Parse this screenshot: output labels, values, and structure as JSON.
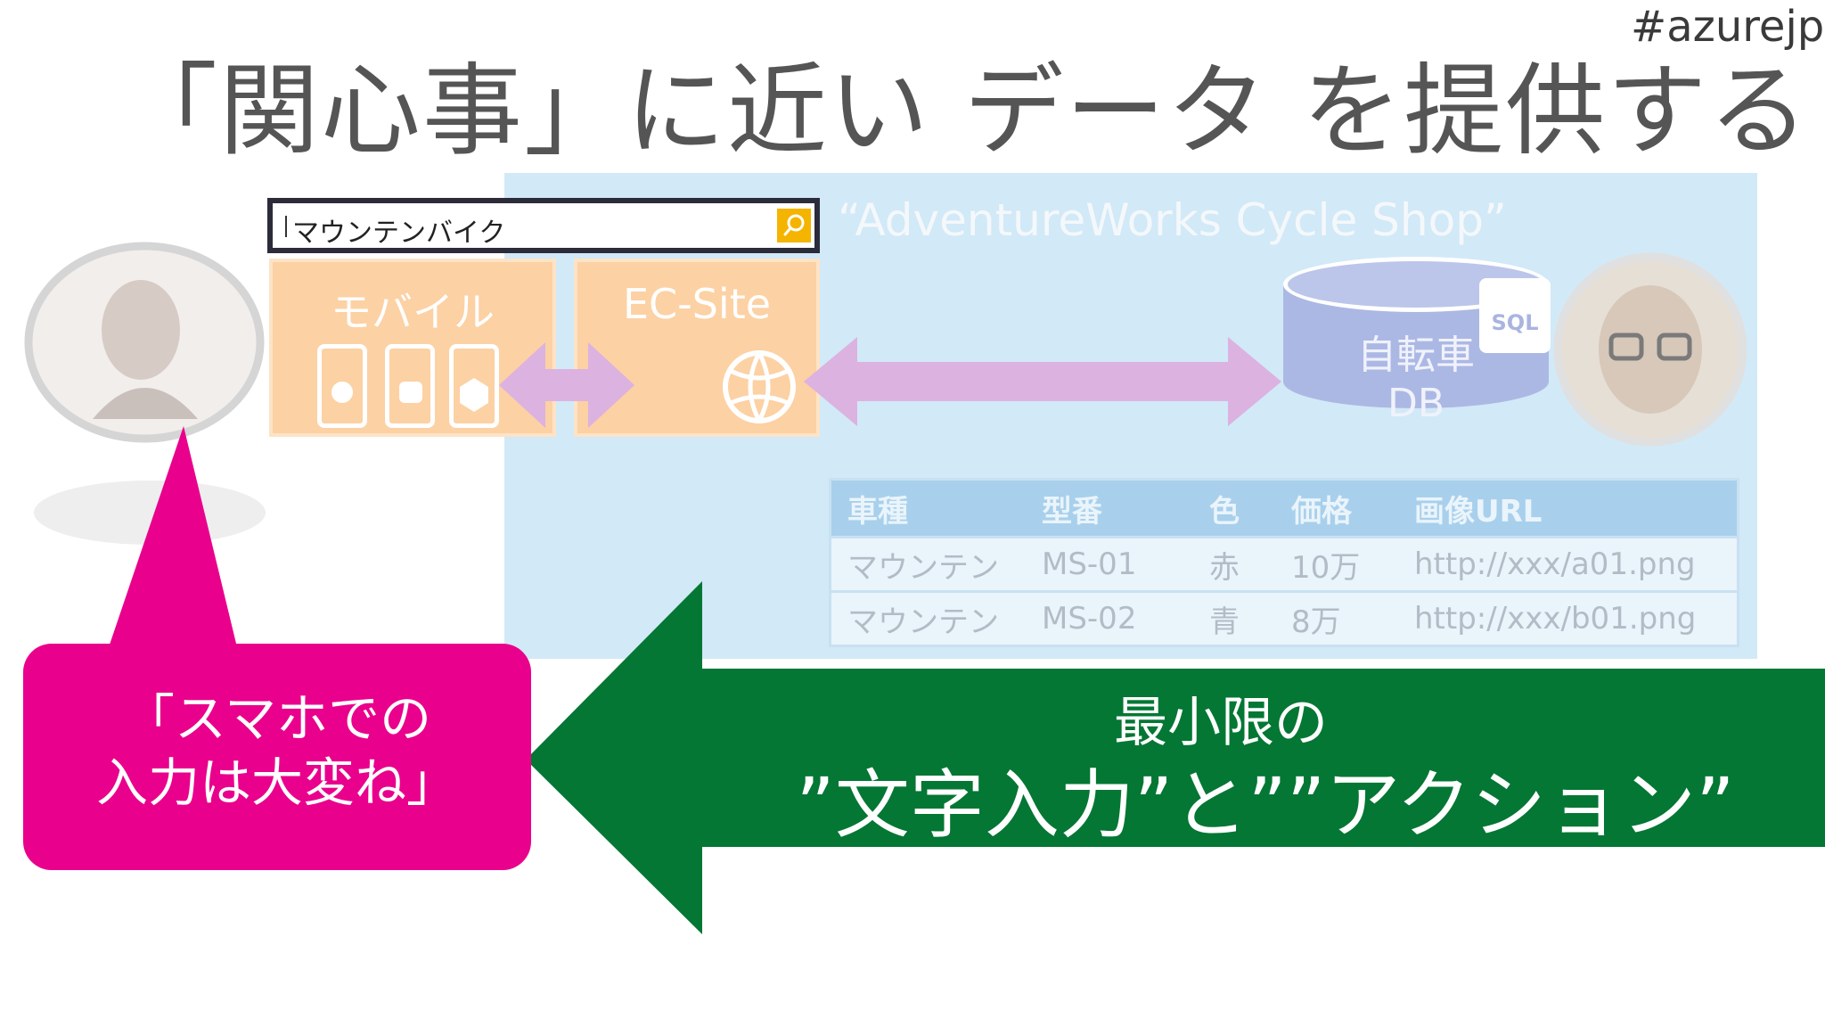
{
  "slide": {
    "hashtag": "#azurejp",
    "title": "「関心事」に近い データ を提供する",
    "shop_title": "“AdventureWorks Cycle Shop”",
    "search_value": "マウンテンバイク",
    "tiles": {
      "mobile_label": "モバイル",
      "ec_label": "EC-Site"
    },
    "db": {
      "line1": "自転車",
      "line2": "DB",
      "badge": "SQL"
    },
    "table": {
      "headers": [
        "車種",
        "型番",
        "色",
        "価格",
        "画像URL"
      ],
      "rows": [
        [
          "マウンテン",
          "MS-01",
          "赤",
          "10万",
          "http://xxx/a01.png"
        ],
        [
          "マウンテン",
          "MS-02",
          "青",
          "8万",
          "http://xxx/b01.png"
        ]
      ]
    },
    "bubble": {
      "line1": "「スマホでの",
      "line2": "入力は大変ね」"
    },
    "arrow_text": {
      "line1": "最小限の",
      "line2": "”文字入力”と””アクション”"
    }
  },
  "colors": {
    "blue_panel": "#d2e9f7",
    "orange_tile": "#fcd1a4",
    "db_purple": "#acb8e4",
    "double_arrow": "#dcb2e0",
    "bubble_magenta": "#e9008c",
    "arrow_green": "#037733",
    "search_button": "#f4b400"
  },
  "icons": [
    "search-icon",
    "apple-device-icon",
    "android-device-icon",
    "windows-device-icon",
    "globe-icon",
    "database-icon",
    "sql-icon",
    "user-avatar-female",
    "user-avatar-male"
  ]
}
